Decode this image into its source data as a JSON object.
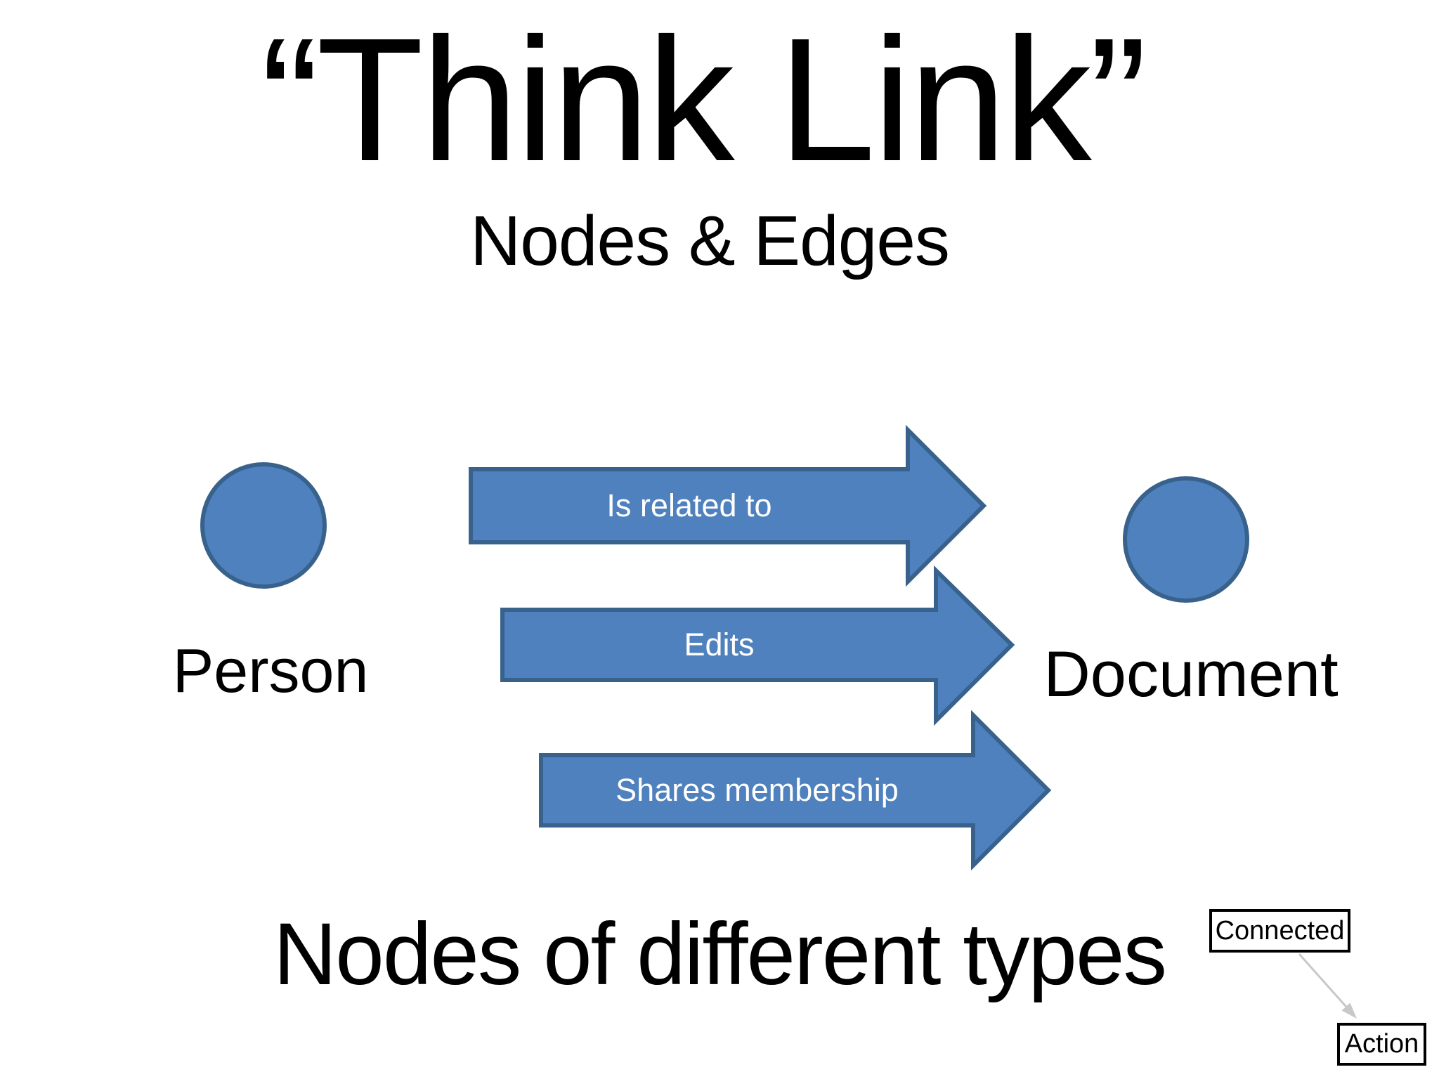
{
  "slide": {
    "title": "“Think Link”",
    "subtitle": "Nodes & Edges",
    "caption": "Nodes of different types"
  },
  "graph": {
    "nodes": [
      {
        "id": "person",
        "label": "Person",
        "shape": "circle"
      },
      {
        "id": "document",
        "label": "Document",
        "shape": "circle"
      }
    ],
    "edges": [
      {
        "from": "person",
        "to": "document",
        "label": "Is related to"
      },
      {
        "from": "person",
        "to": "document",
        "label": "Edits"
      },
      {
        "from": "person",
        "to": "document",
        "label": "Shares membership"
      }
    ]
  },
  "legend": {
    "boxes": [
      {
        "label": "Connected"
      },
      {
        "label": "Action"
      }
    ]
  },
  "colors": {
    "shape_fill": "#4E81BD",
    "shape_outline": "#38618C",
    "edge_label_text": "#FFFFFF",
    "body_text": "#000000",
    "legend_connector": "#C8C8C8",
    "background": "#FFFFFF"
  }
}
